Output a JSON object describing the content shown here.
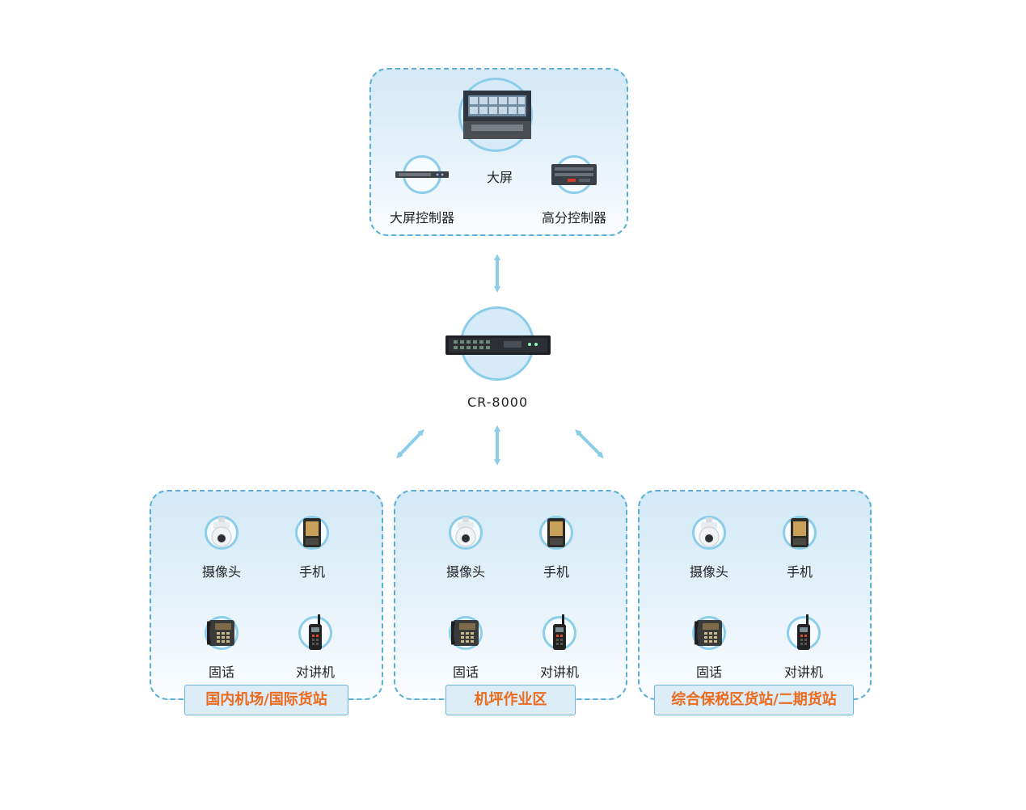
{
  "top_group": {
    "screen_label": "大屏",
    "screen_controller_label": "大屏控制器",
    "hd_controller_label": "高分控制器"
  },
  "center": {
    "label": "CR-8000"
  },
  "zones": [
    {
      "name": "国内机场/国际货站",
      "devices": [
        "摄像头",
        "手机",
        "固话",
        "对讲机"
      ]
    },
    {
      "name": "机坪作业区",
      "devices": [
        "摄像头",
        "手机",
        "固话",
        "对讲机"
      ]
    },
    {
      "name": "综合保税区货站/二期货站",
      "devices": [
        "摄像头",
        "手机",
        "固话",
        "对讲机"
      ]
    }
  ],
  "colors": {
    "border": "#5aaed6",
    "arrow": "#8ccde9",
    "zone_name": "#ec6b1f"
  }
}
